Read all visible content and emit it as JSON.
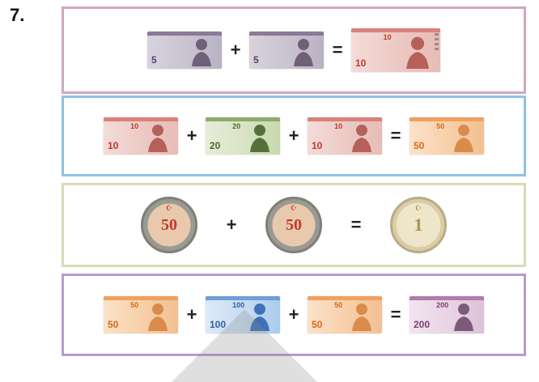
{
  "question_number": "7.",
  "rows": [
    {
      "items": [
        {
          "type": "note",
          "value": "5",
          "color": "#c9c2cf"
        },
        {
          "type": "op",
          "symbol": "+"
        },
        {
          "type": "note",
          "value": "5",
          "color": "#c9c2cf"
        },
        {
          "type": "op",
          "symbol": "="
        },
        {
          "type": "note",
          "value": "10",
          "color": "#ecc8c3",
          "big": true
        }
      ]
    },
    {
      "items": [
        {
          "type": "note",
          "value": "10",
          "color": "#ecc8c3"
        },
        {
          "type": "op",
          "symbol": "+"
        },
        {
          "type": "note",
          "value": "20",
          "color": "#d7e3c3"
        },
        {
          "type": "op",
          "symbol": "+"
        },
        {
          "type": "note",
          "value": "10",
          "color": "#ecc8c3"
        },
        {
          "type": "op",
          "symbol": "="
        },
        {
          "type": "note",
          "value": "50",
          "color": "#f7cfa8"
        }
      ]
    },
    {
      "items": [
        {
          "type": "coin",
          "value": "50",
          "kind": "50 kurus"
        },
        {
          "type": "op",
          "symbol": "+"
        },
        {
          "type": "coin",
          "value": "50",
          "kind": "50 kurus"
        },
        {
          "type": "op",
          "symbol": "="
        },
        {
          "type": "coin",
          "value": "1",
          "kind": "1 lira"
        }
      ]
    },
    {
      "items": [
        {
          "type": "note",
          "value": "50",
          "color": "#f7cfa8"
        },
        {
          "type": "op",
          "symbol": "+"
        },
        {
          "type": "note",
          "value": "100",
          "color": "#c6dcf1"
        },
        {
          "type": "op",
          "symbol": "+"
        },
        {
          "type": "note",
          "value": "50",
          "color": "#f7cfa8"
        },
        {
          "type": "op",
          "symbol": "="
        },
        {
          "type": "note",
          "value": "200",
          "color": "#e8d3e4"
        }
      ]
    }
  ]
}
